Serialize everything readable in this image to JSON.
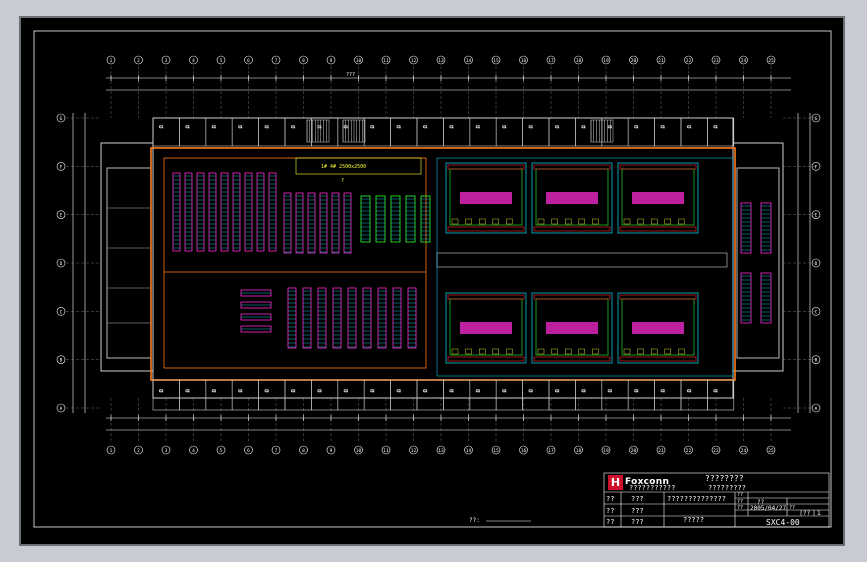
{
  "drawing": {
    "axis_numbers": [
      "1",
      "2",
      "3",
      "4",
      "5",
      "6",
      "7",
      "8",
      "9",
      "10",
      "11",
      "12",
      "13",
      "14",
      "15",
      "16",
      "17",
      "18",
      "19",
      "20",
      "21",
      "22",
      "23",
      "24",
      "25"
    ],
    "axis_letters": [
      "G",
      "F",
      "E",
      "D",
      "C",
      "B",
      "A"
    ],
    "notes": {
      "title_line": "1# 4# 2500x2500",
      "sub_note": "?",
      "bottom_label": "??:",
      "top_dim": "???"
    }
  },
  "title_block": {
    "brand": "Foxconn",
    "company": "????????",
    "subtitle_1": "???????????",
    "subtitle_2": "?????????",
    "rows": [
      {
        "c1": "??",
        "c2": "???",
        "c3": "??????????????"
      },
      {
        "c1": "??",
        "c2": "???"
      },
      {
        "c1": "??",
        "c2": "???"
      }
    ],
    "right_labels": [
      "??",
      "??",
      "??",
      "??",
      "??"
    ],
    "scale": "??",
    "date": "2005/04/27",
    "sheet": "??",
    "sheet_no": "1",
    "drawing_name": "?????",
    "drawing_no": "SXC4-00"
  },
  "colors": {
    "background": "#000000",
    "wall": "#ff7a1a",
    "grid": "#ffffff",
    "equipment_cyan": "#00e5ff",
    "equipment_magenta": "#ff2bd6",
    "equipment_green": "#33ff33",
    "equipment_red": "#ff2a2a",
    "label_yellow": "#ffff33"
  }
}
